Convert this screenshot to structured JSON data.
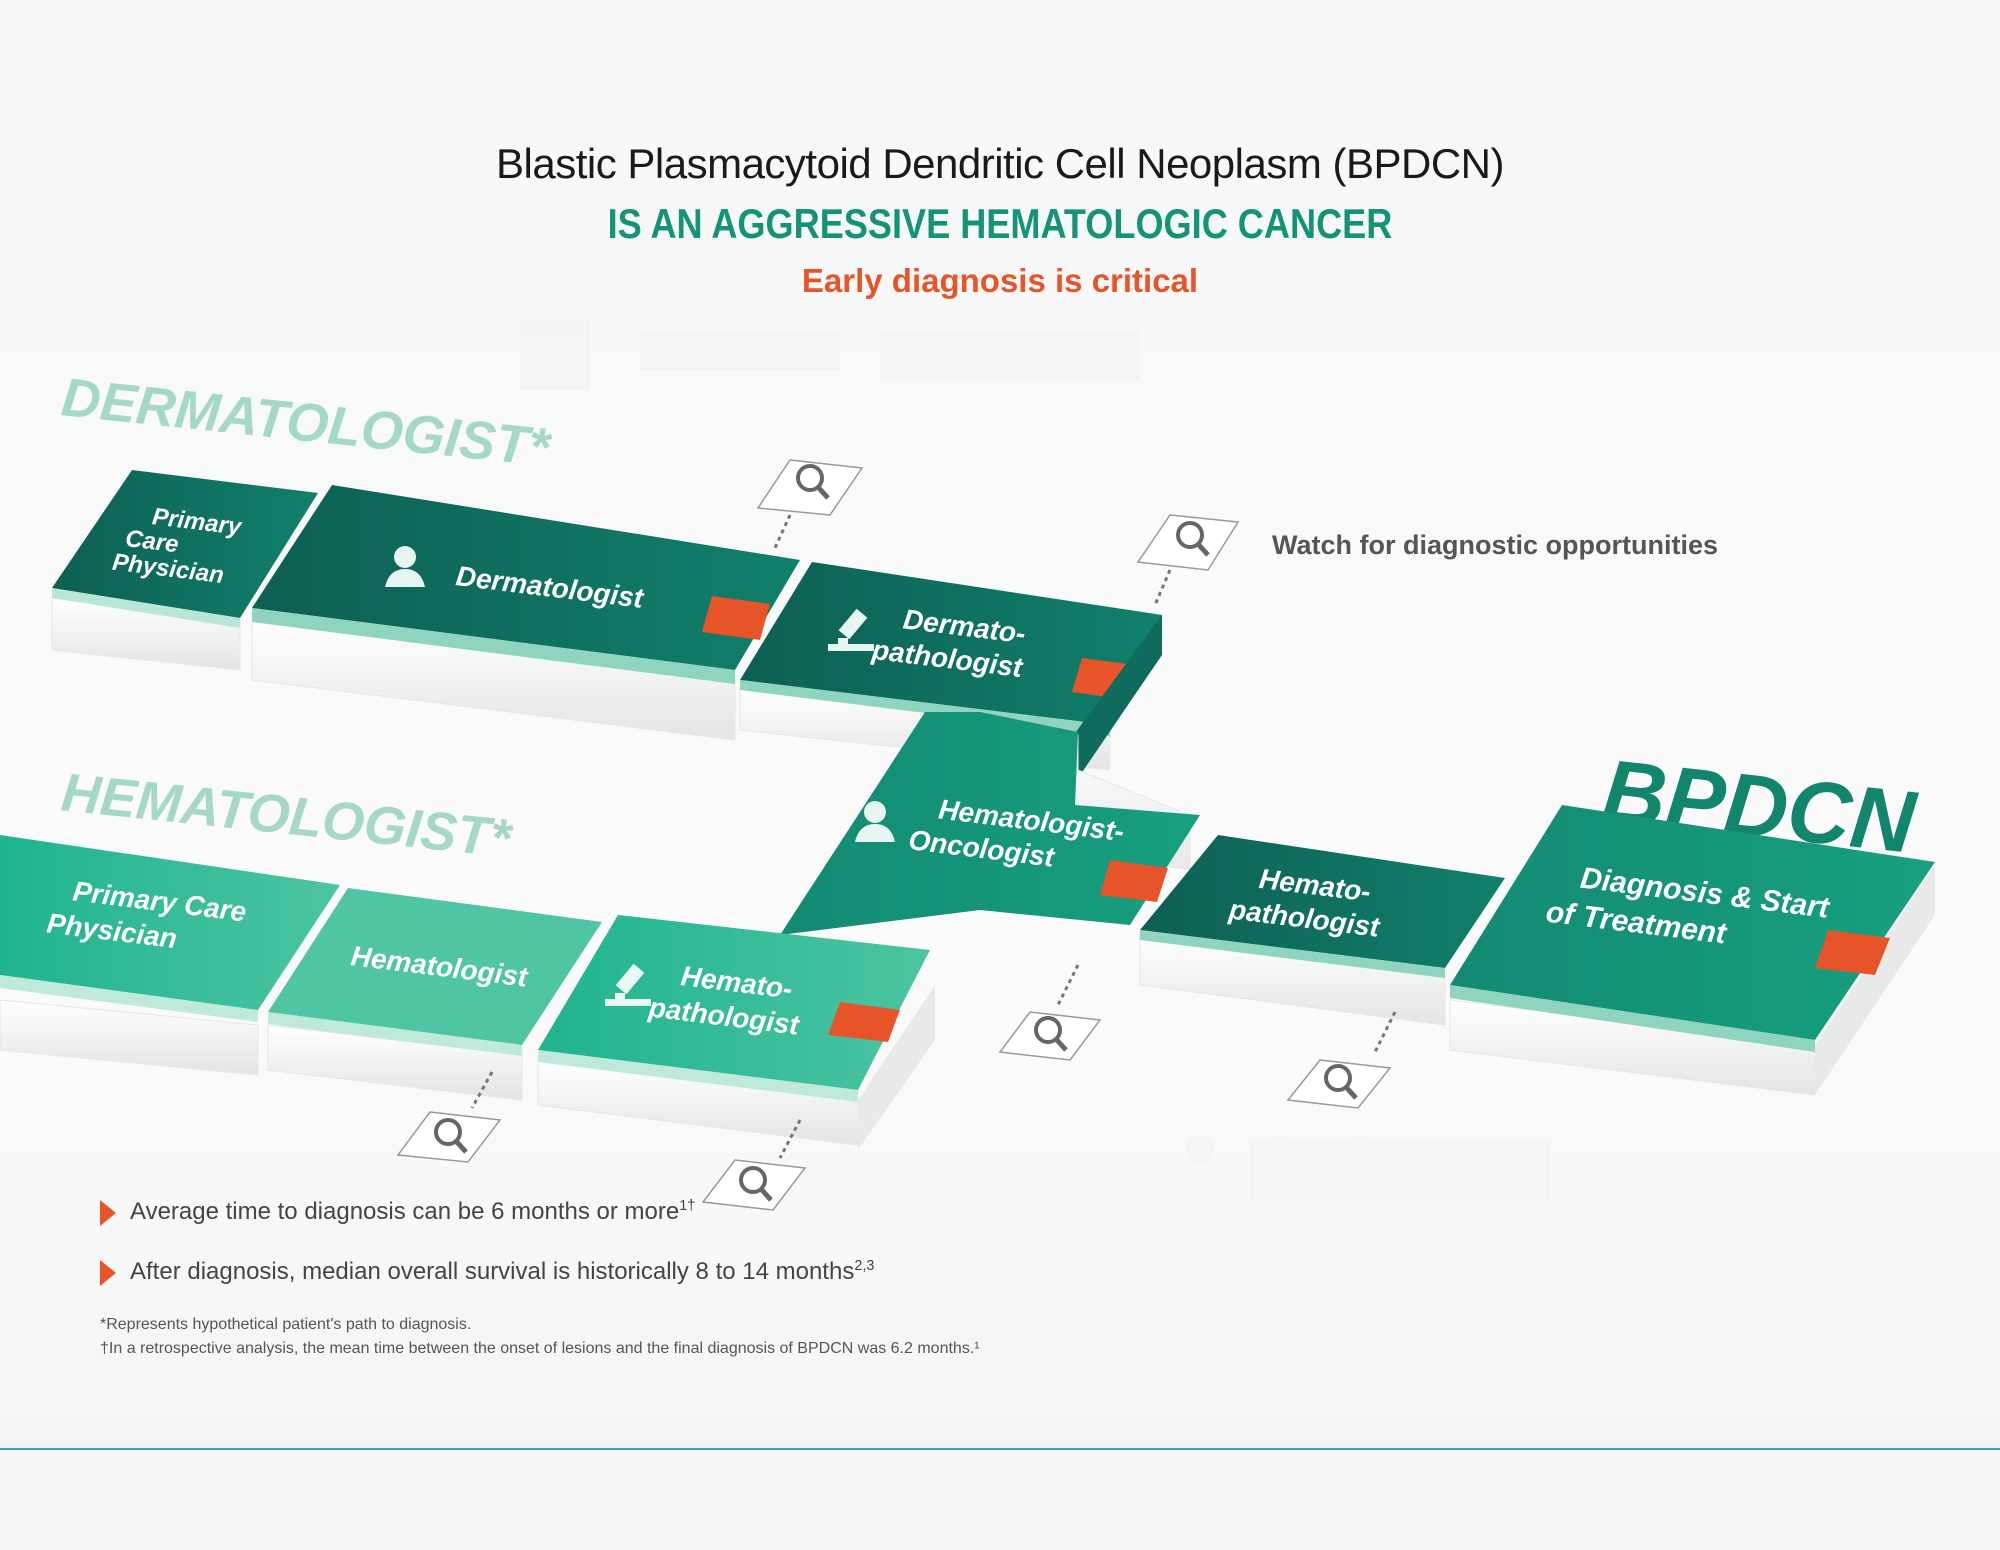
{
  "title": {
    "line1": "Blastic Plasmacytoid Dendritic Cell Neoplasm (BPDCN)",
    "line2": "IS AN AGGRESSIVE HEMATOLOGIC CANCER",
    "line3": "Early diagnosis is critical"
  },
  "paths": {
    "dermatologist_label": "DERMATOLOGIST*",
    "hematologist_label": "HEMATOLOGIST*",
    "result_label": "BPDCN"
  },
  "blocks": {
    "derm_pcp": [
      "Primary",
      "Care",
      "Physician"
    ],
    "derm_dermatologist": [
      "Dermatologist"
    ],
    "derm_dermatopath": [
      "Dermato-",
      "pathologist"
    ],
    "hem_oncologist": [
      "Hematologist-",
      "Oncologist"
    ],
    "hem_pathologist_upper": [
      "Hemato-",
      "pathologist"
    ],
    "diagnosis": [
      "Diagnosis & Start",
      "of Treatment"
    ],
    "hem_pcp": [
      "Primary Care",
      "Physician"
    ],
    "hem_hematologist": [
      "Hematologist"
    ],
    "hem_pathologist_lower": [
      "Hemato-",
      "pathologist"
    ]
  },
  "legend": {
    "watch": "Watch for diagnostic opportunities"
  },
  "bullets": [
    {
      "text": "Average time to diagnosis can be 6 months or more",
      "sup": "1†"
    },
    {
      "text": "After diagnosis, median overall survival is historically 8 to 14 months",
      "sup": "2,3"
    }
  ],
  "footnotes": [
    "*Represents hypothetical patient's path to diagnosis.",
    "†In a retrospective analysis, the mean time between the onset of lesions and the final diagnosis of BPDCN was 6.2 months.¹"
  ],
  "colors": {
    "dark_teal": "#0f6b5c",
    "mid_teal": "#148a72",
    "light_teal": "#3dbd98",
    "bright_teal": "#1ab68f",
    "accent_orange": "#e8542a",
    "path_label": "#a6d8c8",
    "title_green": "#149477"
  },
  "icons": [
    "doctor-icon",
    "microscope-icon",
    "magnifier-icon"
  ]
}
